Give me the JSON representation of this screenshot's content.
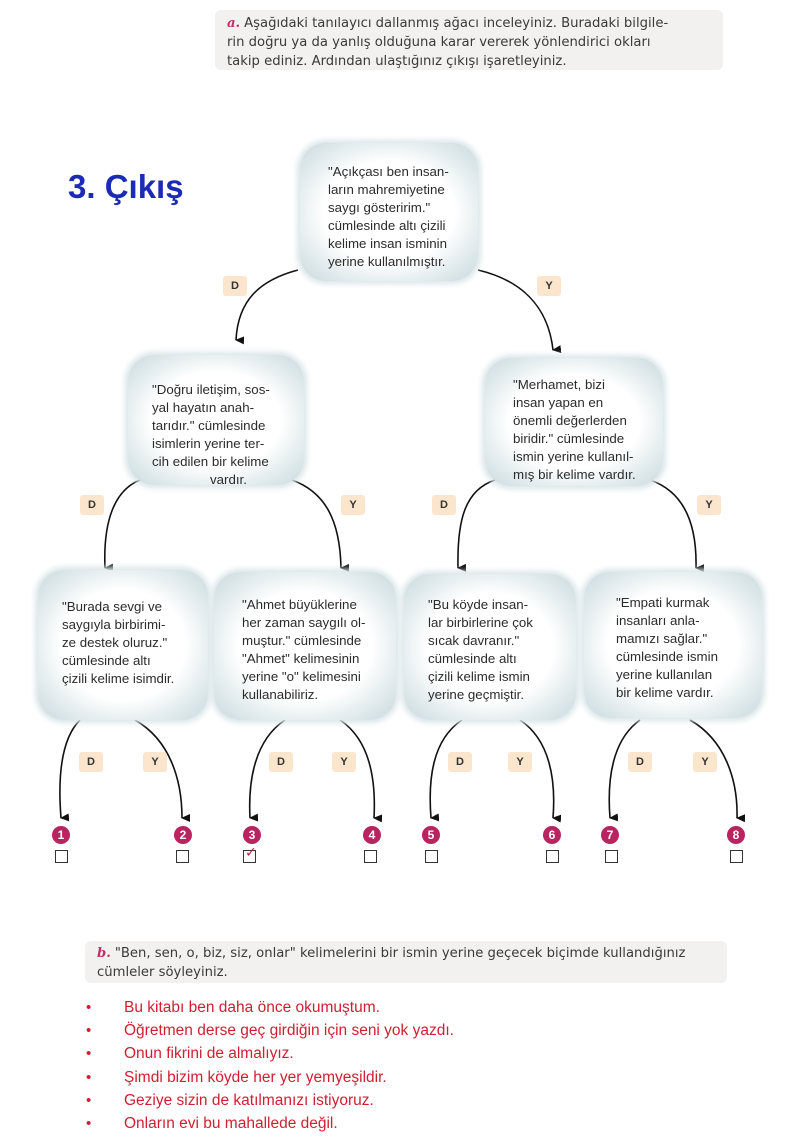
{
  "instruction": {
    "marker": "a.",
    "line1": "Aşağıdaki tanılayıcı dallanmış ağacı inceleyiniz. Buradaki bilgile-",
    "line2": "rin doğru ya da yanlış olduğuna karar vererek yönlendirici okları",
    "line3": "takip ediniz. Ardından ulaştığınız çıkışı işaretleyiniz."
  },
  "answer_title": "3. Çıkış",
  "nodes": {
    "root": [
      "\"Açıkçası ben insan-",
      "ların mahremiyetine",
      "saygı gösteririm.\"",
      "cümlesinde altı çizili",
      "kelime insan isminin",
      "yerine kullanılmıştır."
    ],
    "left": [
      "\"Doğru iletişim, sos-",
      "yal hayatın anah-",
      "tarıdır.\" cümlesinde",
      "isimlerin yerine ter-",
      "cih edilen bir kelime",
      "vardır."
    ],
    "right": [
      "\"Merhamet, bizi",
      "insan yapan en",
      "önemli değerlerden",
      "biridir.\" cümlesinde",
      "ismin yerine kullanıl-",
      "mış bir kelime vardır."
    ],
    "ll": [
      "\"Burada sevgi ve",
      "saygıyla birbirimi-",
      "ze destek oluruz.\"",
      "cümlesinde altı",
      "çizili kelime isimdir."
    ],
    "lr": [
      "\"Ahmet büyüklerine",
      "her zaman saygılı ol-",
      "muştur.\" cümlesinde",
      "\"Ahmet\" kelimesinin",
      "yerine \"o\" kelimesini",
      "kullanabiliriz."
    ],
    "rl": [
      "\"Bu köyde insan-",
      "lar birbirlerine çok",
      "sıcak davranır.\"",
      "cümlesinde altı",
      "çizili kelime ismin",
      "yerine geçmiştir."
    ],
    "rr": [
      "\"Empati kurmak",
      "insanları anla-",
      "mamızı sağlar.\"",
      "cümlesinde ismin",
      "yerine kullanılan",
      "bir kelime vardır."
    ]
  },
  "labels": {
    "true": "D",
    "false": "Y"
  },
  "exits": [
    "1",
    "2",
    "3",
    "4",
    "5",
    "6",
    "7",
    "8"
  ],
  "checked_exit": "3",
  "check_mark": "✓",
  "task_b": {
    "marker": "b.",
    "line1": "\"Ben, sen, o, biz, siz, onlar\" kelimelerini bir ismin yerine geçecek biçimde kullandığınız",
    "line2": "cümleler söyleyiniz."
  },
  "bullet": "•",
  "answers": [
    "Bu kitabı ben daha önce okumuştum.",
    "Öğretmen derse geç girdiğin için seni yok yazdı.",
    "Onun fikrini de almalıyız.",
    "Şimdi bizim köyde her yer yemyeşildir.",
    "Geziye sizin de katılmanızı istiyoruz.",
    "Onların evi bu mahallede değil."
  ]
}
